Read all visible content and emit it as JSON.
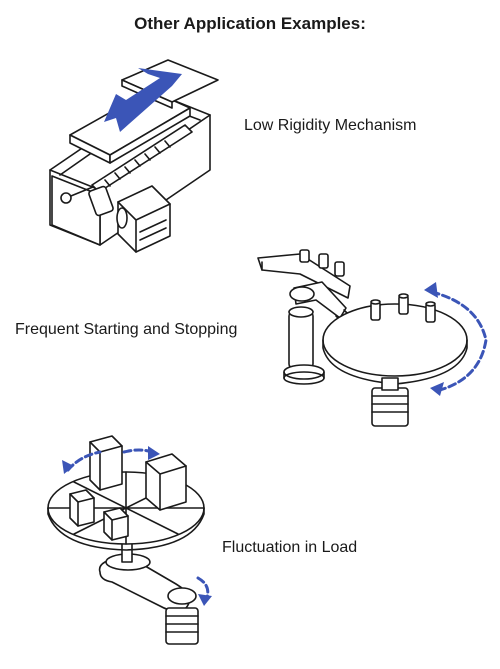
{
  "title": "Other Application Examples:",
  "examples": [
    {
      "label": "Low Rigidity Mechanism"
    },
    {
      "label": "Frequent Starting and Stopping"
    },
    {
      "label": "Fluctuation in Load"
    }
  ],
  "colors": {
    "arrow": "#3b55b7",
    "line": "#1a1a1a"
  }
}
